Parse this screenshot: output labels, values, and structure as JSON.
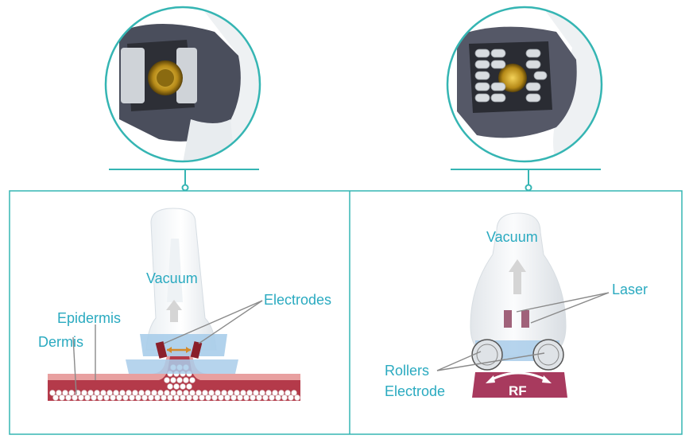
{
  "left_panel": {
    "labels": {
      "vacuum": "Vacuum",
      "electrodes": "Electrodes",
      "epidermis": "Epidermis",
      "dermis": "Dermis"
    }
  },
  "right_panel": {
    "labels": {
      "vacuum": "Vacuum",
      "laser": "Laser",
      "rollers": "Rollers",
      "electrode": "Electrode",
      "rf": "RF"
    }
  },
  "colors": {
    "teal": "#35b5b3",
    "label": "#2aaac0",
    "skin": "#b43a4a",
    "skin_light": "#e8a0a0",
    "magenta": "#a83a5e",
    "device_blue": "#a9cdea",
    "electrode": "#8a1f2a",
    "laser": "#a0627a"
  }
}
